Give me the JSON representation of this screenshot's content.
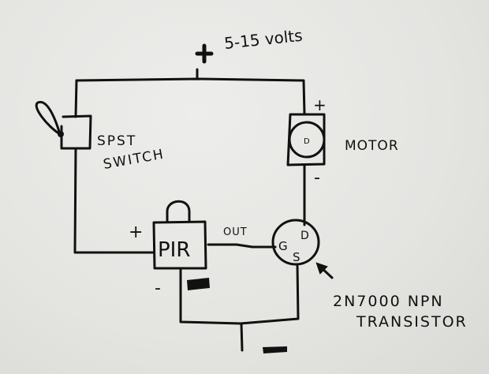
{
  "diagram": {
    "supply_label": "5-15 volts",
    "supply_plus": "+",
    "switch_label_line1": "SPST",
    "switch_label_line2": "SWITCH",
    "motor_label": "MOTOR",
    "motor_plus": "+",
    "motor_minus": "-",
    "pir_label": "PIR",
    "pir_plus": "+",
    "pir_minus": "-",
    "pir_out_label": "OUT",
    "transistor_gate": "G",
    "transistor_drain": "D",
    "transistor_source": "S",
    "transistor_label_line1": "2N7000 NPN",
    "transistor_label_line2": "TRANSISTOR",
    "ground_minus": "-"
  }
}
